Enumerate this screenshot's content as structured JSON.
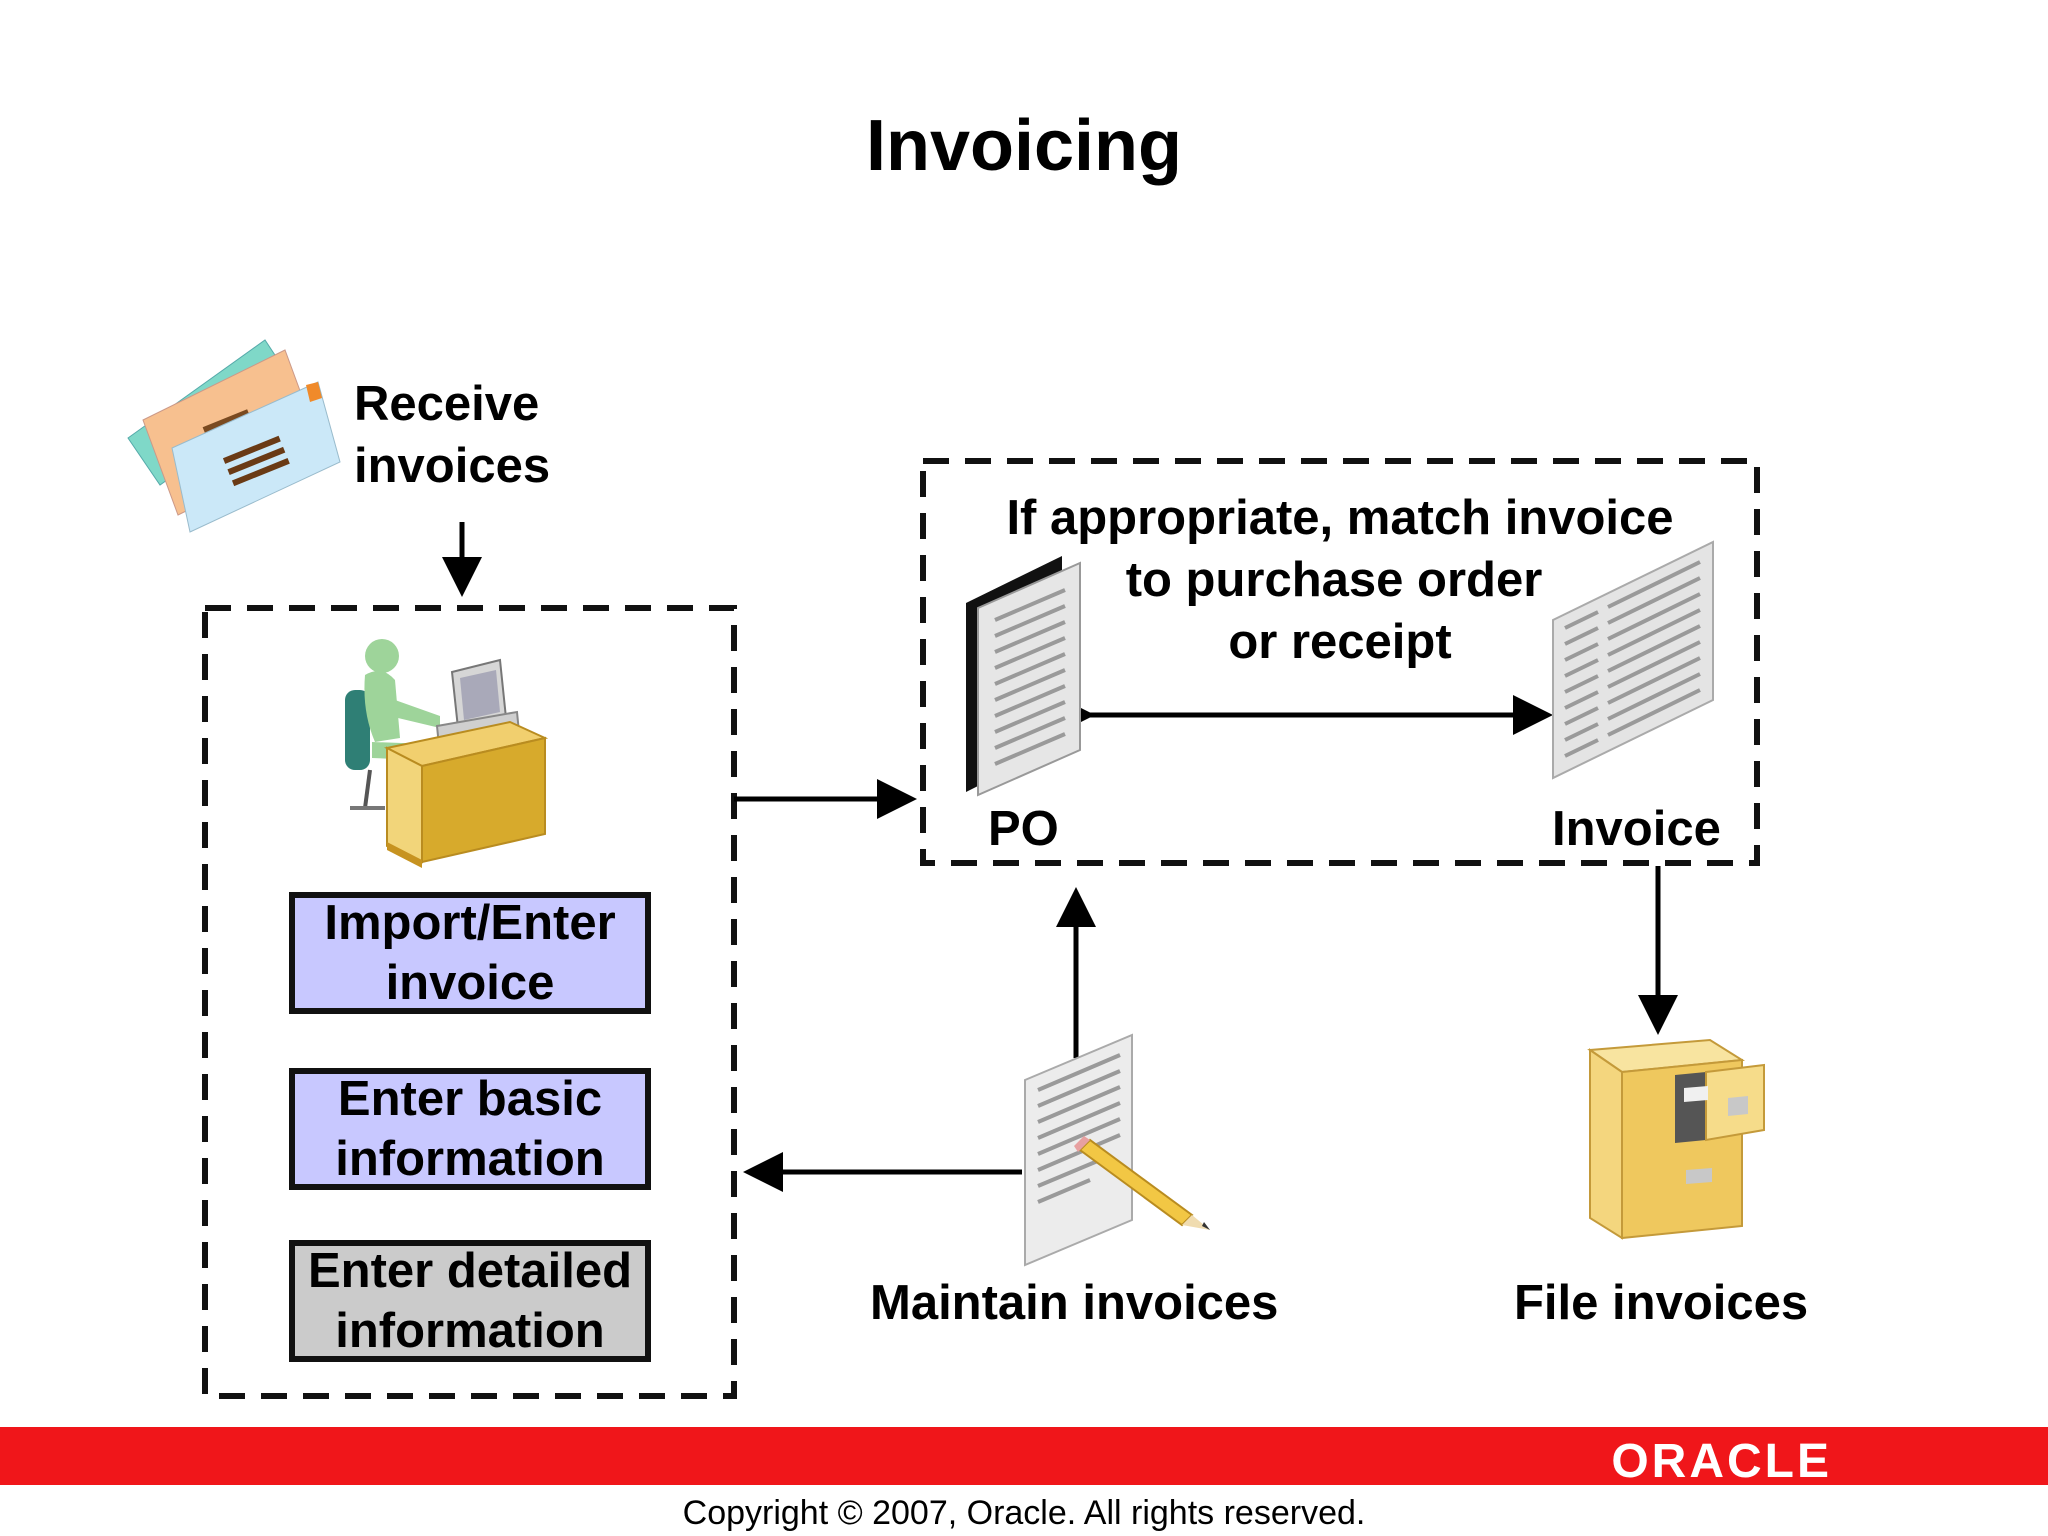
{
  "title": "Invoicing",
  "receive": {
    "line1": "Receive",
    "line2": "invoices"
  },
  "steps": [
    {
      "line1": "Import/Enter",
      "line2": "invoice"
    },
    {
      "line1": "Enter basic",
      "line2": "information"
    },
    {
      "line1": "Enter detailed",
      "line2": "information"
    }
  ],
  "match": {
    "line1": "If appropriate, match invoice",
    "line2": "to purchase order",
    "line3": "or receipt",
    "po_label": "PO",
    "invoice_label": "Invoice"
  },
  "maintain_label": "Maintain invoices",
  "file_label": "File invoices",
  "footer": {
    "logo": "ORACLE",
    "copyright": "Copyright © 2007, Oracle. All rights reserved."
  },
  "colors": {
    "step_blue": "#c8c8ff",
    "step_gray": "#cbcbcb",
    "footer_red": "#f0161a",
    "cabinet_yellow": "#f0c860",
    "person_green": "#9ed49a"
  },
  "icons": [
    "envelopes-icon",
    "person-at-computer-icon",
    "po-document-icon",
    "invoice-document-icon",
    "document-with-pencil-icon",
    "filing-cabinet-icon"
  ]
}
